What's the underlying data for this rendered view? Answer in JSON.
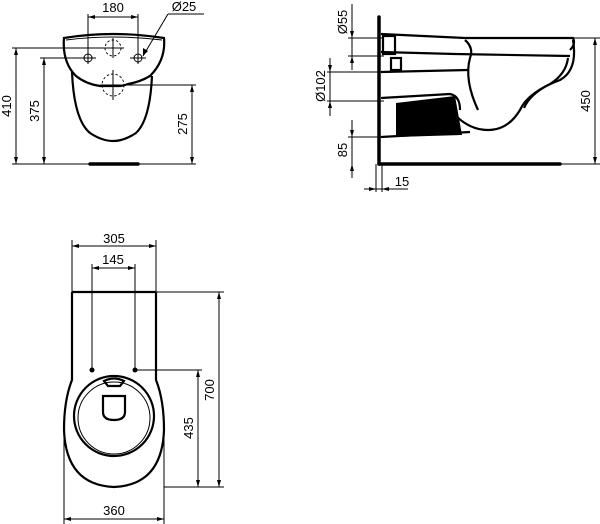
{
  "drawing": {
    "views": {
      "front_view": {
        "dimensions": {
          "fixing_holes_spacing": "180",
          "fixing_hole_diameter": "Ø25",
          "top_fixing_height": "410",
          "lower_fixing_height": "375",
          "waste_outlet_height": "275"
        }
      },
      "side_view": {
        "dimensions": {
          "inlet_diameter": "Ø55",
          "outlet_diameter": "Ø102",
          "outlet_height_from_floor": "85",
          "wall_gap": "15",
          "rim_height": "450"
        }
      },
      "top_view": {
        "dimensions": {
          "back_width": "305",
          "fixing_bolt_spacing": "145",
          "total_projection": "700",
          "bolt_to_front": "435",
          "bowl_width": "360"
        }
      }
    },
    "colors": {
      "line": "#000000",
      "background": "#ffffff"
    }
  }
}
